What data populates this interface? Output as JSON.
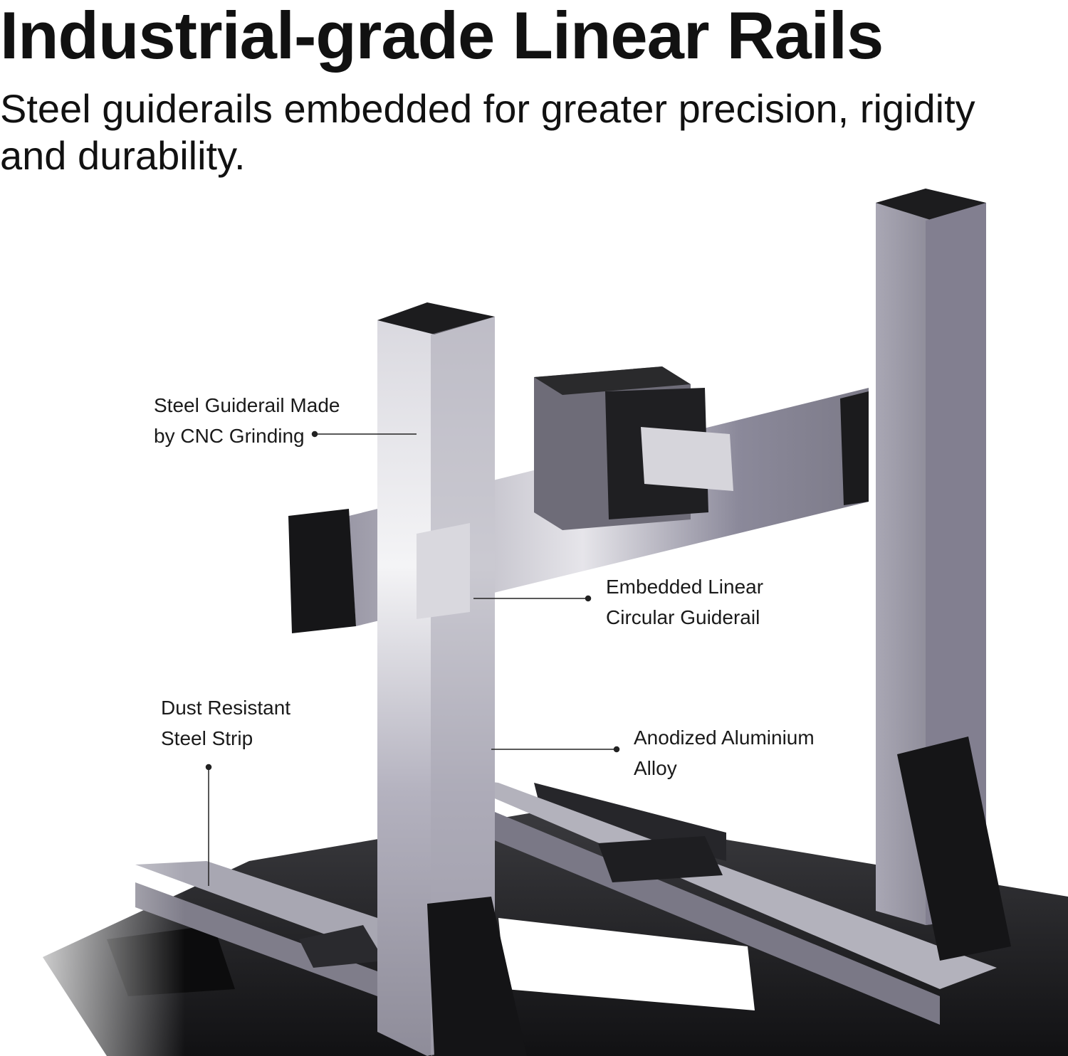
{
  "header": {
    "title": "Industrial-grade Linear Rails",
    "subtitle": "Steel guiderails embedded for greater precision, rigidity and durability."
  },
  "callouts": {
    "cnc": {
      "line1": "Steel Guiderail Made",
      "line2": "by CNC Grinding"
    },
    "embedded": {
      "line1": "Embedded Linear",
      "line2": "Circular Guiderail"
    },
    "dust": {
      "line1": "Dust Resistant",
      "line2": "Steel Strip"
    },
    "alloy": {
      "line1": "Anodized Aluminium",
      "line2": "Alloy"
    }
  },
  "colors": {
    "frame_aluminium": "#8e8c99",
    "frame_dark": "#1d1d1f",
    "text": "#111111",
    "leader_line": "#222222"
  }
}
